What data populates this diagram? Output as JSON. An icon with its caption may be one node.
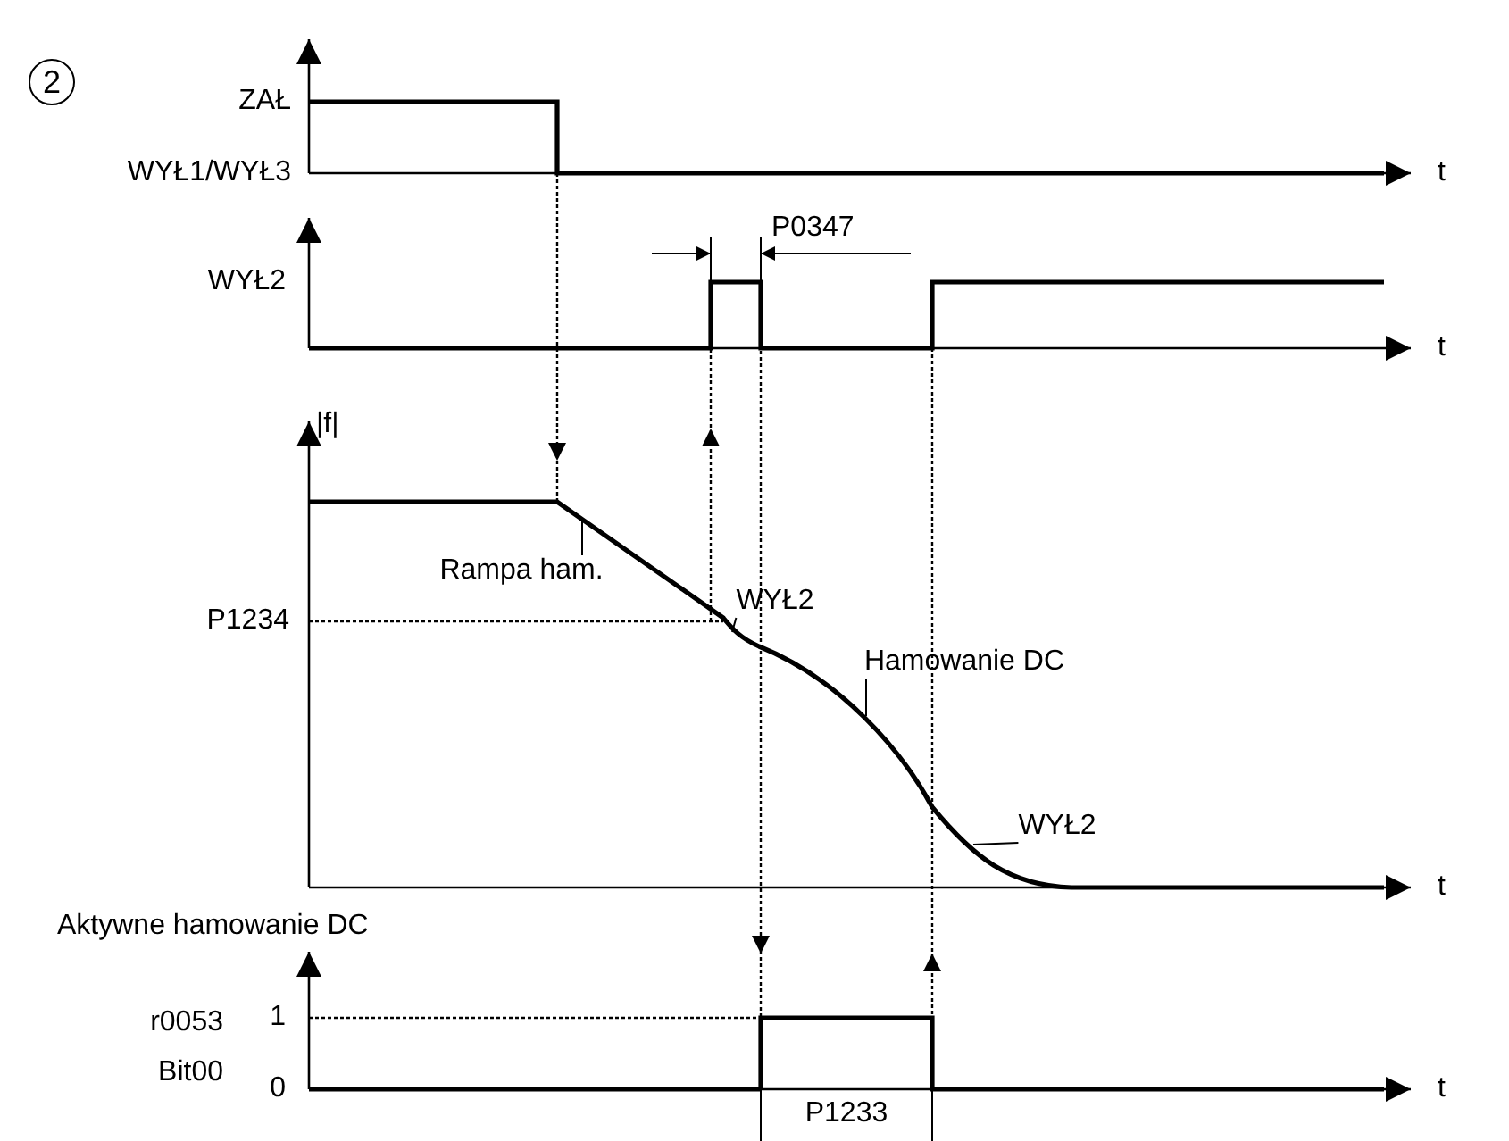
{
  "diagram": {
    "nodes": [
      {
        "text": [
          "Rampa ham."
        ]
      },
      {
        "text": [
          "WYŁ2"
        ]
      },
      {
        "text": [
          "Hamowanie DC"
        ]
      },
      {
        "text": [
          "WYŁ2"
        ]
      }
    ],
    "edges": [
      {
        "from": 0,
        "to": null,
        "arrow": "none"
      },
      {
        "from": 1,
        "to": null,
        "arrow": "none"
      },
      {
        "from": 2,
        "to": null,
        "arrow": "none"
      },
      {
        "from": 3,
        "to": null,
        "arrow": "none"
      }
    ],
    "labels": [
      "2",
      "ZAŁ",
      "WYŁ1/WYŁ3",
      "t",
      "P0347",
      "WYŁ2",
      "t",
      "|f|",
      "P1234",
      "t",
      "Aktywne hamowanie DC",
      "r0053",
      "1",
      "Bit00",
      "0",
      "t",
      "P1233"
    ]
  }
}
